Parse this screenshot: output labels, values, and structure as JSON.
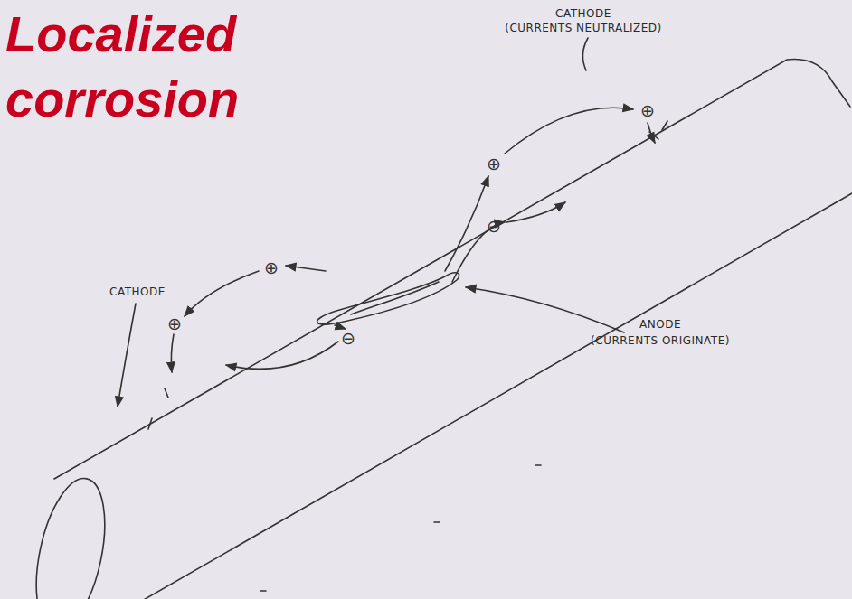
{
  "diagram": {
    "title": "Localized corrosion",
    "labels": [
      "CATHODE",
      "(CURRENTS NEUTRALIZED)",
      "CATHODE",
      "ANODE",
      "(CURRENTS ORIGINATE)",
      "⊕",
      "⊕",
      "⊕",
      "⊕",
      "⊖",
      "⊖"
    ]
  }
}
